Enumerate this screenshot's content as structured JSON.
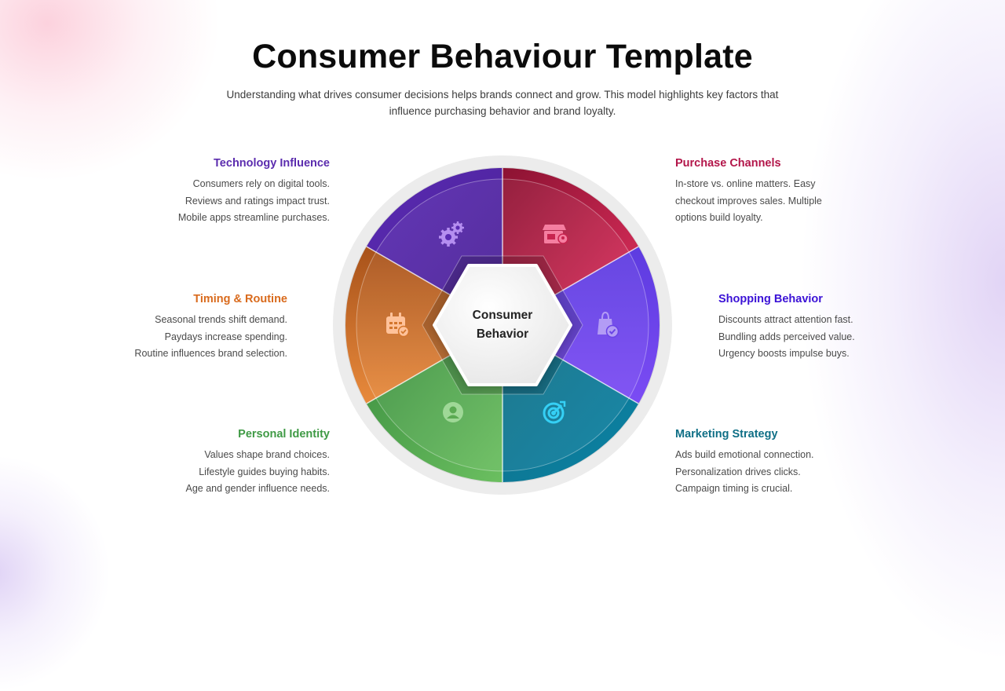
{
  "title": "Consumer Behaviour Template",
  "subtitle": "Understanding what drives consumer decisions helps brands connect and grow. This model highlights key factors that influence purchasing behavior and brand loyalty.",
  "center": {
    "line1": "Consumer",
    "line2": "Behavior"
  },
  "factors": {
    "technology": {
      "title": "Technology Influence",
      "color": "#5b2cae",
      "icon": "gears-icon",
      "lines": [
        "Consumers rely on digital tools.",
        "Reviews and ratings impact trust.",
        "Mobile apps streamline purchases."
      ]
    },
    "timing": {
      "title": "Timing & Routine",
      "color": "#d96a1c",
      "icon": "calendar-check-icon",
      "lines": [
        "Seasonal trends shift demand.",
        "Paydays increase spending.",
        "Routine influences brand selection."
      ]
    },
    "personal": {
      "title": "Personal Identity",
      "color": "#3f9a45",
      "icon": "user-circle-icon",
      "lines": [
        "Values shape brand choices.",
        "Lifestyle guides buying habits.",
        "Age and gender influence needs."
      ]
    },
    "purchase": {
      "title": "Purchase Channels",
      "color": "#b3164a",
      "icon": "store-location-icon",
      "paragraph": "In-store vs. online matters. Easy checkout improves sales. Multiple options build loyalty."
    },
    "shopping": {
      "title": "Shopping Behavior",
      "color": "#3b12d6",
      "icon": "shopping-bag-check-icon",
      "lines": [
        "Discounts attract attention fast.",
        "Bundling adds perceived value.",
        "Urgency boosts impulse buys."
      ]
    },
    "marketing": {
      "title": "Marketing Strategy",
      "color": "#0f6f86",
      "icon": "target-icon",
      "lines": [
        "Ads build emotional connection.",
        "Personalization drives clicks.",
        "Campaign timing is crucial."
      ]
    }
  }
}
